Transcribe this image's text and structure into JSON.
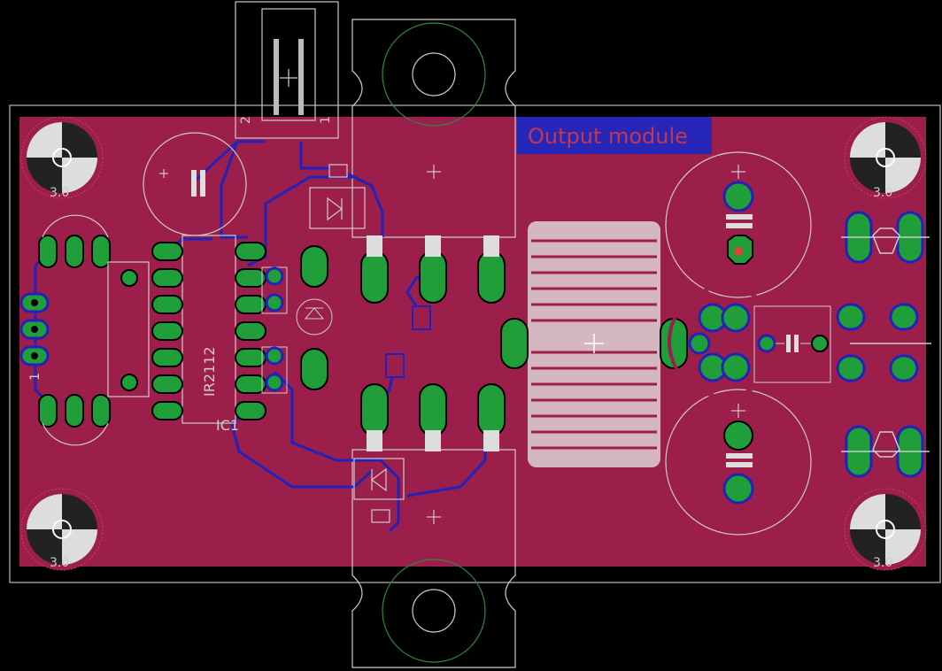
{
  "board": {
    "title": "Output module",
    "ic_name": "IR2112",
    "ic_ref": "IC1",
    "connector_pin_a": "2",
    "connector_pin_b": "1",
    "input_pin_label": "1",
    "hole_size": "3.0"
  },
  "colors": {
    "background": "#000000",
    "copper_top": "#9b1f4a",
    "copper_bottom": "#2222bb",
    "pad": "#1f9e3a",
    "silkscreen": "#cccccc",
    "label_bg": "#2626b8",
    "label_text": "#c9354a",
    "drill": "#e04040"
  }
}
